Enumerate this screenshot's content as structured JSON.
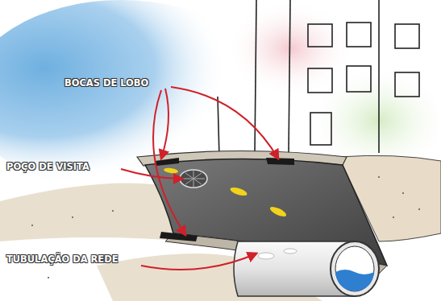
{
  "diagram": {
    "labels": [
      "BOCAS DE LOBO",
      "POÇO DE VISITA",
      "TUBULAÇÃO DA REDE"
    ]
  }
}
